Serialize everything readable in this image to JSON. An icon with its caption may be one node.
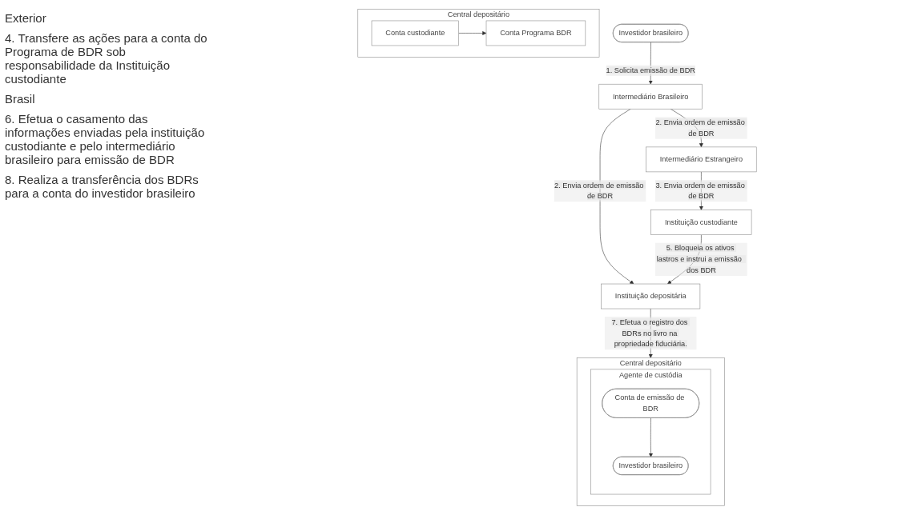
{
  "diagram": {
    "nodes": [
      {
        "text": [
          "Intermediário Estrangeiro"
        ]
      },
      {
        "text": [
          "Central depositário"
        ]
      },
      {
        "text": [
          "Conta custodiante"
        ],
        "in": 1
      },
      {
        "text": [
          "Conta Programa BDR"
        ],
        "in": 1
      },
      {
        "text": [
          "Instituição custodiante"
        ]
      },
      {
        "text": [
          "Intermediário Brasileiro"
        ]
      },
      {
        "text": [
          "Investidor brasileiro"
        ]
      },
      {
        "text": [
          "Central depositário"
        ]
      },
      {
        "text": [
          "Agente de custódia"
        ],
        "in": 7
      },
      {
        "text": [
          "Conta de emissão de BDR"
        ],
        "in": 8
      },
      {
        "text": [
          "Investidor brasileiro"
        ],
        "in": 8
      },
      {
        "text": [
          "Instituição depositária"
        ]
      }
    ],
    "edges": [
      {
        "from": 6,
        "to": 5,
        "arrow": "to",
        "label": "1. Solicita emissão de BDR"
      },
      {
        "from": 5,
        "to": 0,
        "arrow": "to",
        "label": "2. Envia ordem de emissão de BDR"
      },
      {
        "from": 5,
        "to": 11,
        "arrow": "to",
        "label": "2. Envia ordem de emissão de BDR"
      },
      {
        "from": 0,
        "to": 4,
        "arrow": "to",
        "label": "3. Envia ordem de emissão de BDR"
      },
      {
        "from": 2,
        "to": 3,
        "arrow": "to"
      },
      {
        "from": 4,
        "to": 11,
        "arrow": "to",
        "label": "5. Bloqueia os ativos lastros e instrui a emissão  dos BDR"
      },
      {
        "from": 11,
        "to": 7,
        "arrow": "to",
        "label": "7. Efetua o registro dos BDRs no livro na propriedade fiduciária."
      },
      {
        "from": 9,
        "to": 10,
        "arrow": "to"
      }
    ],
    "labels": [
      "Exterior",
      "4. Transfere as ações para a conta do Programa de BDR sob responsabilidade da Instituição custodiante",
      "Brasil",
      "6. Efetua o casamento das informações enviadas pela instituição custodiante e pelo intermediário brasileiro para emissão de BDR",
      "8. Realiza a transferência dos BDRs para a conta do investidor brasileiro"
    ]
  }
}
